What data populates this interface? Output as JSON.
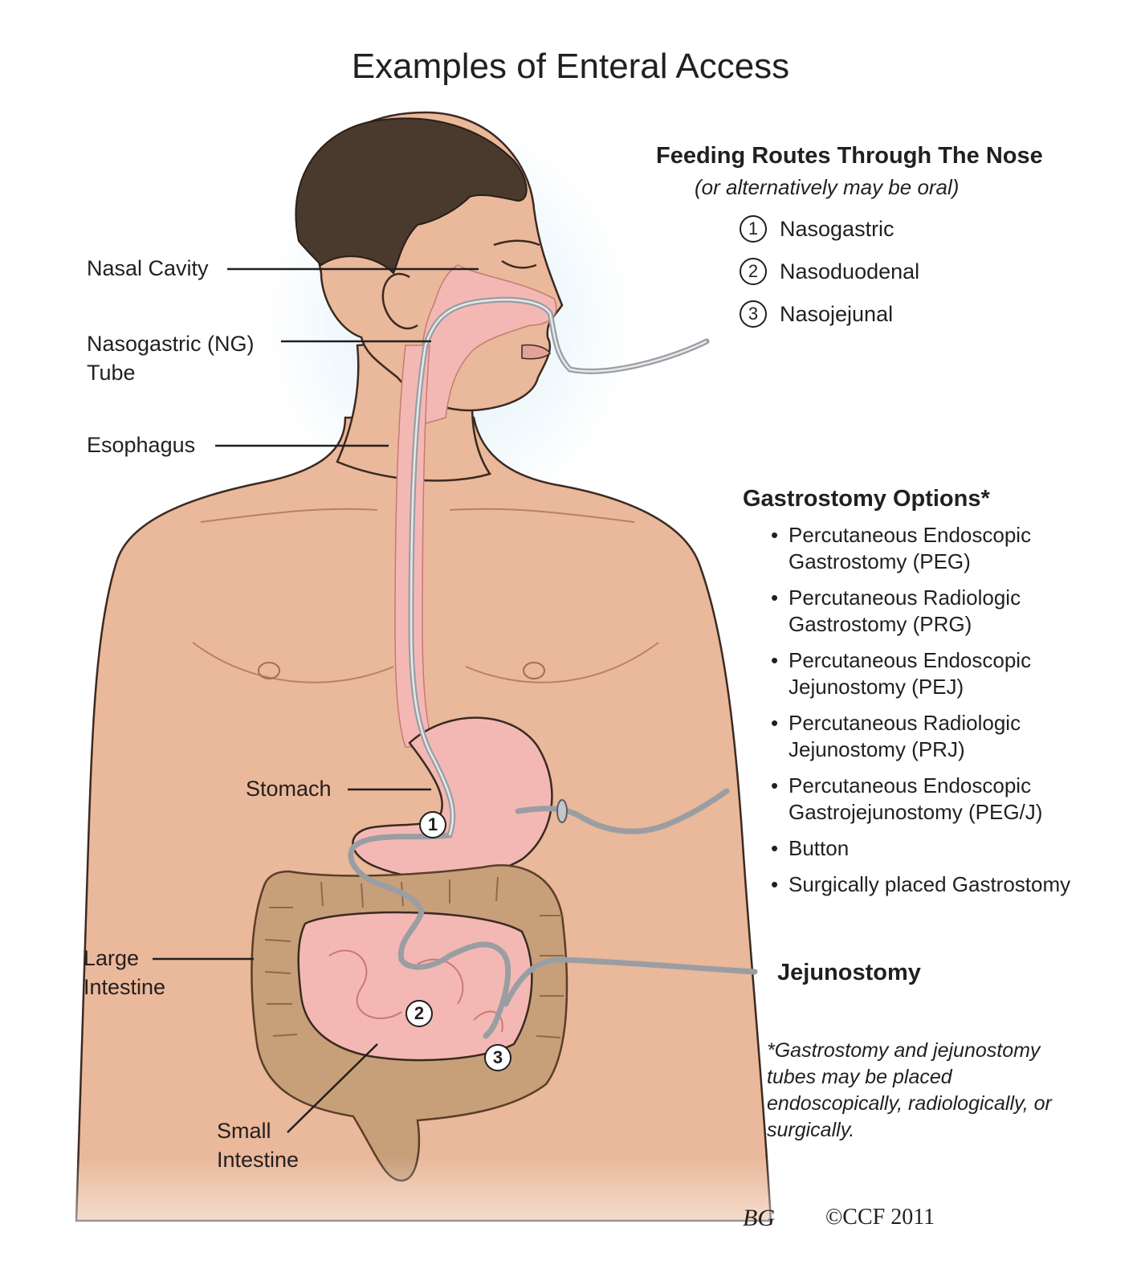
{
  "title": "Examples of Enteral Access",
  "anatomy_labels": {
    "nasal_cavity": "Nasal Cavity",
    "ng_tube": "Nasogastric (NG)\nTube",
    "esophagus": "Esophagus",
    "stomach": "Stomach",
    "large_intestine": "Large\nIntestine",
    "small_intestine": "Small\nIntestine"
  },
  "nose_routes": {
    "heading": "Feeding Routes Through The Nose",
    "subheading": "(or alternatively may be oral)",
    "items": [
      {
        "number": "1",
        "label": "Nasogastric"
      },
      {
        "number": "2",
        "label": "Nasoduodenal"
      },
      {
        "number": "3",
        "label": "Nasojejunal"
      }
    ]
  },
  "gastrostomy": {
    "heading": "Gastrostomy Options*",
    "options": [
      "Percutaneous Endoscopic\nGastrostomy (PEG)",
      "Percutaneous Radiologic\nGastrostomy (PRG)",
      "Percutaneous Endoscopic\nJejunostomy (PEJ)",
      "Percutaneous Radiologic\nJejunostomy (PRJ)",
      "Percutaneous Endoscopic\nGastrojejunostomy (PEG/J)",
      "Button",
      "Surgically placed Gastrostomy"
    ]
  },
  "jejunostomy": "Jejunostomy",
  "footnote": "*Gastrostomy and jejunostomy tubes may be placed endoscopically, radiologically, or surgically.",
  "markers": [
    "1",
    "2",
    "3"
  ],
  "signature": {
    "initials": "BG",
    "copyright": "©CCF 2011"
  },
  "colors": {
    "skin": "#eab89a",
    "skin_shadow": "#d99b7c",
    "hair": "#4a3a2e",
    "organ_pink": "#f4b8b4",
    "intestine_brown": "#c7a07a",
    "tube_gray": "#9a9ea3",
    "outline": "#3a2a22",
    "glow_blue": "#d6ecf8"
  }
}
